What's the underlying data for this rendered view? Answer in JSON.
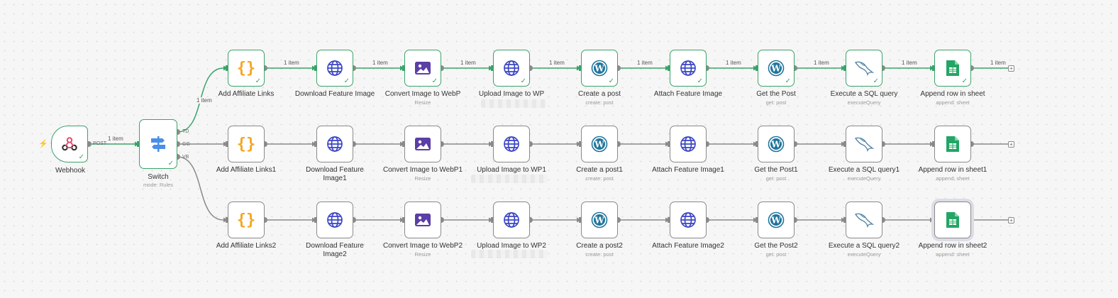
{
  "trigger_icon": "lightning-bolt-icon",
  "colors": {
    "success": "#3aa36a",
    "edge_default": "#8a8a8a",
    "trigger": "#f0524f"
  },
  "webhook": {
    "label": "Webhook",
    "output": "POST",
    "edge_label": "1 item",
    "icon": "webhook-icon"
  },
  "switch": {
    "label": "Switch",
    "sub": "mode: Rules",
    "icon": "switch-signpost-icon",
    "outputs": [
      "TD",
      "GG",
      "VB"
    ],
    "edge_labels": [
      "1 item",
      "",
      ""
    ]
  },
  "rows": [
    {
      "nodes": [
        {
          "label": "Add Affiliate Links",
          "sub": "",
          "icon": "code-braces-icon",
          "ok": true
        },
        {
          "label": "Download Feature Image",
          "sub": "",
          "icon": "globe-icon",
          "ok": true
        },
        {
          "label": "Convert Image to WebP",
          "sub": "Resize",
          "icon": "image-icon",
          "ok": true
        },
        {
          "label": "Upload Image to WP",
          "sub": "",
          "icon": "globe-icon",
          "ok": true
        },
        {
          "label": "Create a post",
          "sub": "create: post",
          "icon": "wordpress-icon",
          "ok": true
        },
        {
          "label": "Attach Feature Image",
          "sub": "",
          "icon": "globe-icon",
          "ok": true
        },
        {
          "label": "Get the Post",
          "sub": "get: post",
          "icon": "wordpress-icon",
          "ok": true
        },
        {
          "label": "Execute a SQL query",
          "sub": "executeQuery",
          "icon": "mysql-dolphin-icon",
          "ok": true
        },
        {
          "label": "Append row in sheet",
          "sub": "append: sheet",
          "icon": "google-sheets-icon",
          "ok": true
        }
      ],
      "edge_labels": [
        "1 item",
        "1 item",
        "1 item",
        "1 item",
        "1 item",
        "1 item",
        "1 item",
        "1 item",
        "1 item"
      ]
    },
    {
      "nodes": [
        {
          "label": "Add Affiliate Links1",
          "sub": "",
          "icon": "code-braces-icon",
          "ok": false
        },
        {
          "label": "Download Feature Image1",
          "sub": "",
          "icon": "globe-icon",
          "ok": false
        },
        {
          "label": "Convert Image to WebP1",
          "sub": "Resize",
          "icon": "image-icon",
          "ok": false
        },
        {
          "label": "Upload Image to WP1",
          "sub": "",
          "icon": "globe-icon",
          "ok": false
        },
        {
          "label": "Create a post1",
          "sub": "create: post",
          "icon": "wordpress-icon",
          "ok": false
        },
        {
          "label": "Attach Feature Image1",
          "sub": "",
          "icon": "globe-icon",
          "ok": false
        },
        {
          "label": "Get the Post1",
          "sub": "get: post",
          "icon": "wordpress-icon",
          "ok": false
        },
        {
          "label": "Execute a SQL query1",
          "sub": "executeQuery",
          "icon": "mysql-dolphin-icon",
          "ok": false
        },
        {
          "label": "Append row in sheet1",
          "sub": "append: sheet",
          "icon": "google-sheets-icon",
          "ok": false
        }
      ],
      "edge_labels": [
        "",
        "",
        "",
        "",
        "",
        "",
        "",
        "",
        ""
      ]
    },
    {
      "nodes": [
        {
          "label": "Add Affiliate Links2",
          "sub": "",
          "icon": "code-braces-icon",
          "ok": false
        },
        {
          "label": "Download Feature Image2",
          "sub": "",
          "icon": "globe-icon",
          "ok": false
        },
        {
          "label": "Convert Image to WebP2",
          "sub": "Resize",
          "icon": "image-icon",
          "ok": false
        },
        {
          "label": "Upload Image to WP2",
          "sub": "",
          "icon": "globe-icon",
          "ok": false
        },
        {
          "label": "Create a post2",
          "sub": "create: post",
          "icon": "wordpress-icon",
          "ok": false
        },
        {
          "label": "Attach Feature Image2",
          "sub": "",
          "icon": "globe-icon",
          "ok": false
        },
        {
          "label": "Get the Post2",
          "sub": "get: post",
          "icon": "wordpress-icon",
          "ok": false
        },
        {
          "label": "Execute a SQL query2",
          "sub": "executeQuery",
          "icon": "mysql-dolphin-icon",
          "ok": false
        },
        {
          "label": "Append row in sheet2",
          "sub": "append: sheet",
          "icon": "google-sheets-icon",
          "ok": false,
          "selected": true
        }
      ],
      "edge_labels": [
        "",
        "",
        "",
        "",
        "",
        "",
        "",
        "",
        ""
      ]
    }
  ]
}
